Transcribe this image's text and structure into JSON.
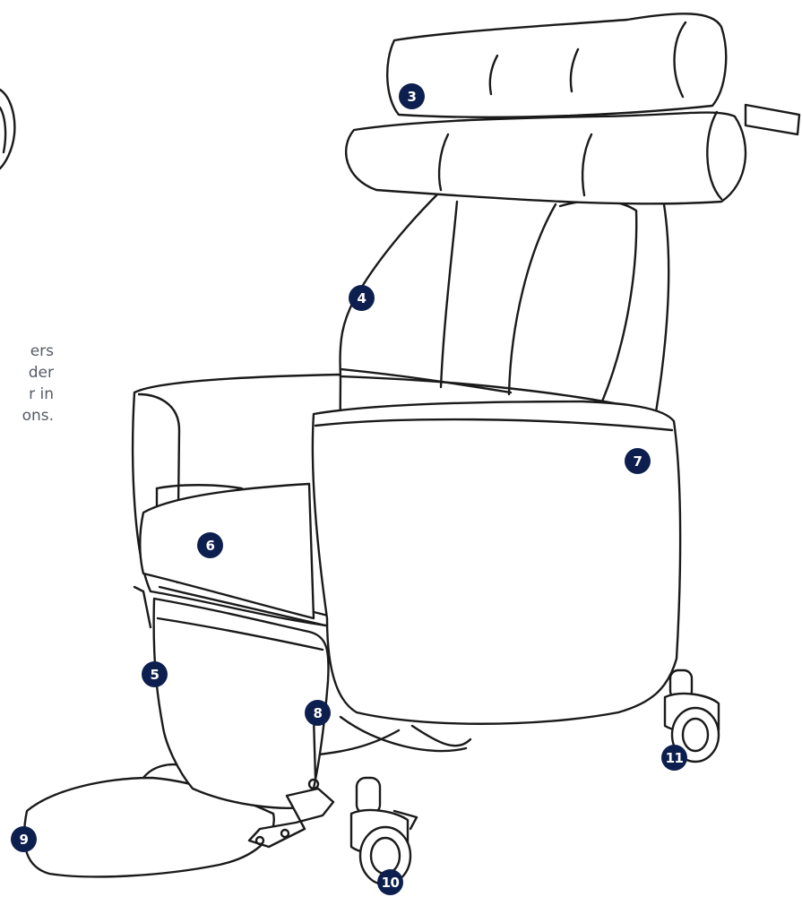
{
  "text_fragments": [
    "ers",
    "der",
    "r in",
    "ons."
  ],
  "callouts": [
    {
      "id": "3",
      "label": "3"
    },
    {
      "id": "4",
      "label": "4"
    },
    {
      "id": "5",
      "label": "5"
    },
    {
      "id": "6",
      "label": "6"
    },
    {
      "id": "7",
      "label": "7"
    },
    {
      "id": "8",
      "label": "8"
    },
    {
      "id": "9",
      "label": "9"
    },
    {
      "id": "10",
      "label": "10"
    },
    {
      "id": "11",
      "label": "11"
    }
  ],
  "colors": {
    "callout_fill": "#0d1f4e",
    "callout_text": "#ffffff",
    "line": "#1a1a1a",
    "side_text": "#555b66"
  }
}
